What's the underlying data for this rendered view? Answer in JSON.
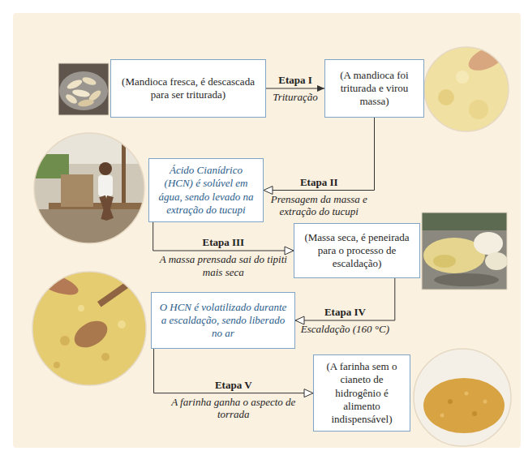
{
  "diagram": {
    "nodes": [
      {
        "text": [
          "(Mandioca fresca, é descascada para ser triturada)"
        ]
      },
      {
        "text": [
          "(A mandioca foi triturada e virou massa)"
        ]
      },
      {
        "text": [
          "Ácido Cianídrico (HCN) é solúvel em água, sendo levado na extração do tucupi"
        ]
      },
      {
        "text": [
          "(Massa seca, é peneirada para o processo de escaldação)"
        ]
      },
      {
        "text": [
          "O HCN é volatilizado durante a escaldação, sendo liberado no ar"
        ]
      },
      {
        "text": [
          "(A farinha sem o cianeto de hidrogênio é alimento indispensável)"
        ]
      }
    ],
    "edges": [
      {
        "from": 0,
        "to": 1,
        "label": "Etapa I",
        "arrow": "to"
      },
      {
        "from": 1,
        "to": 2,
        "label": "Etapa II",
        "arrow": "to"
      },
      {
        "from": 2,
        "to": 3,
        "label": "Etapa III",
        "arrow": "to"
      },
      {
        "from": 3,
        "to": 4,
        "label": "Etapa IV",
        "arrow": "to"
      },
      {
        "from": 4,
        "to": 5,
        "label": "Etapa V",
        "arrow": "to"
      }
    ],
    "labels": [
      "Trituração",
      "Prensagem da massa e extração do tucupi",
      "A massa prensada sai do tipiti mais seca",
      "Escaldação (160 °C)",
      "A farinha ganha o aspecto de torrada"
    ]
  }
}
